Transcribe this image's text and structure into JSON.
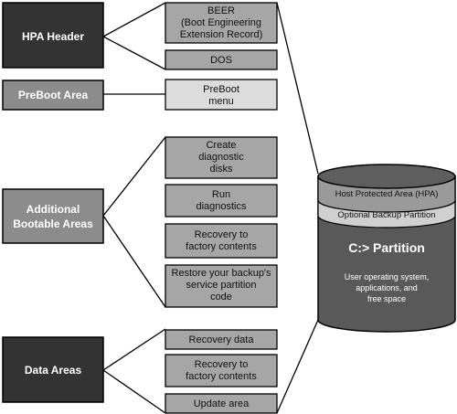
{
  "categories": {
    "hpa_header": "HPA Header",
    "preboot_area": "PreBoot Area",
    "additional_bootable_areas": [
      "Additional",
      "Bootable Areas"
    ],
    "data_areas": "Data Areas"
  },
  "boxes": {
    "beer": [
      "BEER",
      "(Boot Engineering",
      "Extension Record)"
    ],
    "dos": "DOS",
    "preboot_menu": [
      "PreBoot",
      "menu"
    ],
    "create_diagnostic_disks": [
      "Create",
      "diagnostic",
      "disks"
    ],
    "run_diagnostics": [
      "Run",
      "diagnostics"
    ],
    "recovery_factory_1": [
      "Recovery to",
      "factory contents"
    ],
    "restore_backup_code": [
      "Restore your backup's",
      "service partition",
      "code"
    ],
    "recovery_data": "Recovery data",
    "recovery_factory_2": [
      "Recovery to",
      "factory contents"
    ],
    "update_area": "Update area"
  },
  "cylinder": {
    "hpa_band": "Host Protected Area (HPA)",
    "backup_band": "Optional Backup Partition",
    "title": "C:> Partition",
    "description": [
      "User operating system,",
      "applications, and",
      "free space"
    ]
  },
  "colors": {
    "dark_box": "#333333",
    "mid_box": "#8c8c8c",
    "light_box": "#a6a6a6",
    "lighter_box": "#dcdcdc",
    "cylinder_body": "#595959",
    "cylinder_band": "#d0d0d0"
  }
}
